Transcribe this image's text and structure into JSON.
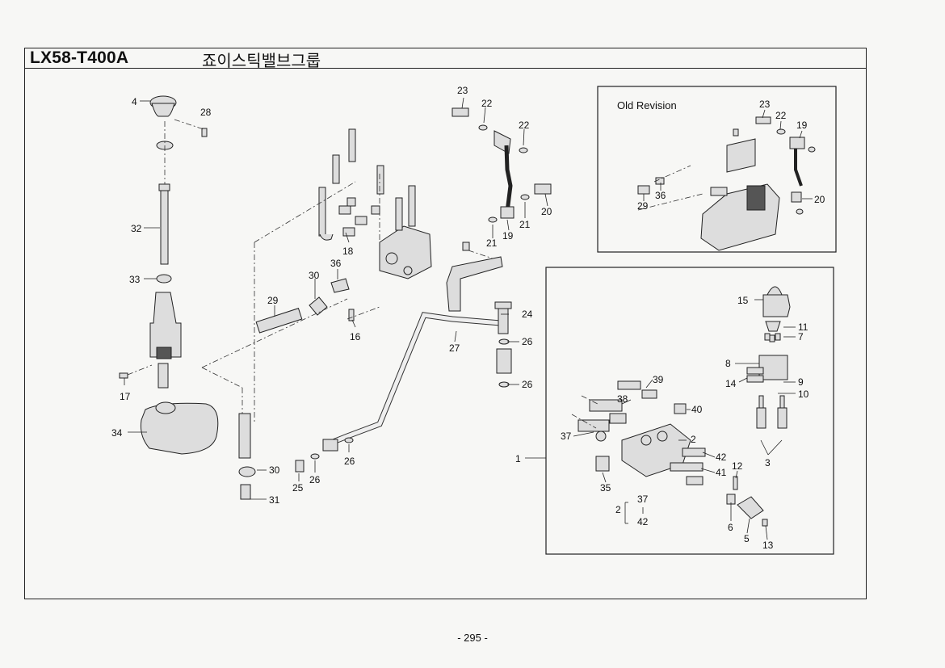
{
  "header": {
    "model": "LX58-T400A",
    "group_title": "죠이스틱밸브그룹"
  },
  "inset_old": {
    "title": "Old Revision"
  },
  "callouts": {
    "c4": "4",
    "c28": "28",
    "c32": "32",
    "c33": "33",
    "c17": "17",
    "c34": "34",
    "c23a": "23",
    "c22a": "22",
    "c22b": "22",
    "c20a": "20",
    "c21a": "21",
    "c19a": "19",
    "c21b": "21",
    "c18": "18",
    "c36a": "36",
    "c30a": "30",
    "c29a": "29",
    "c16": "16",
    "c24": "24",
    "c26a": "26",
    "c27": "27",
    "c26b": "26",
    "c26c": "26",
    "c26d": "26",
    "c25": "25",
    "c30b": "30",
    "c31": "31",
    "c23b": "23",
    "c22c": "22",
    "c19b": "19",
    "c20b": "20",
    "c36b": "36",
    "c29b": "29",
    "c15": "15",
    "c11": "11",
    "c7": "7",
    "c8": "8",
    "c14": "14",
    "c9": "9",
    "c10": "10",
    "c3": "3",
    "c39": "39",
    "c38": "38",
    "c40": "40",
    "c37": "37",
    "c2": "2",
    "c1": "1",
    "c42": "42",
    "c41": "41",
    "c12": "12",
    "c35": "35",
    "c6": "6",
    "c5": "5",
    "c13": "13",
    "r_2": "2",
    "r_37": "37",
    "r_42": "42"
  },
  "footer": {
    "page": "- 295 -"
  }
}
